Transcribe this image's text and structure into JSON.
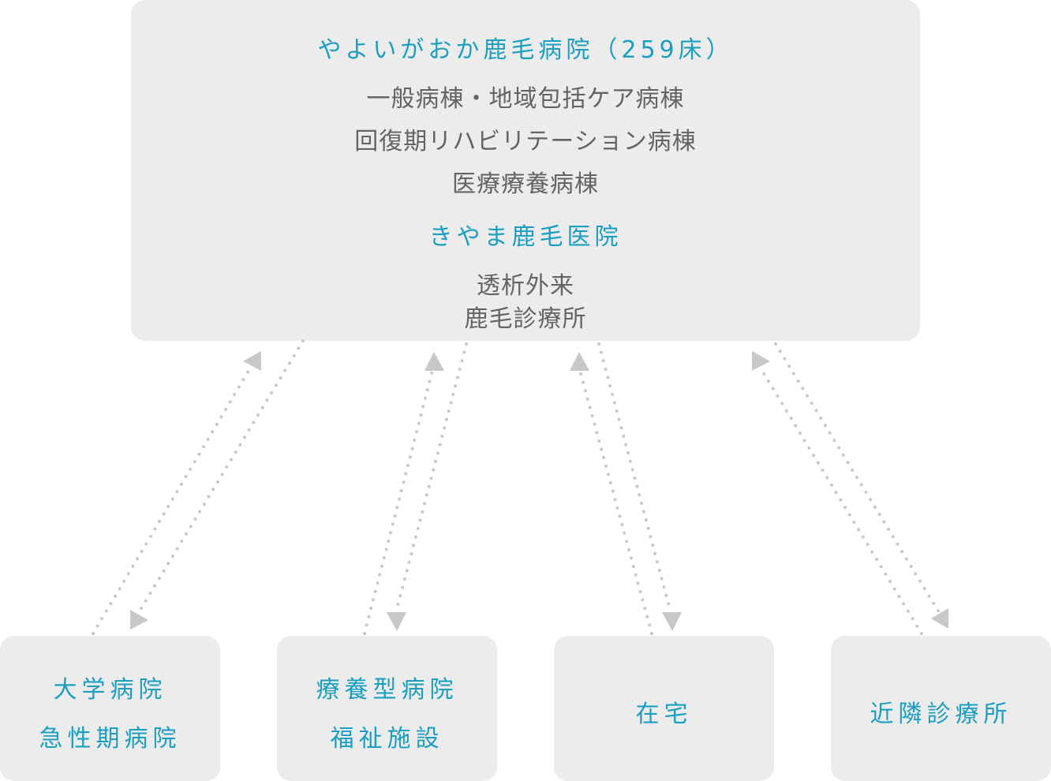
{
  "main": {
    "hospital1_name": "やよいがおか鹿毛病院（259床）",
    "hospital1_wards": [
      "一般病棟・地域包括ケア病棟",
      "回復期リハビリテーション病棟",
      "医療療養病棟"
    ],
    "hospital2_name": "きやま鹿毛医院",
    "hospital2_services": [
      "透析外来",
      "鹿毛診療所"
    ]
  },
  "partners": [
    {
      "lines": [
        "大学病院",
        "急性期病院"
      ]
    },
    {
      "lines": [
        "療養型病院",
        "福祉施設"
      ]
    },
    {
      "lines": [
        "在宅"
      ]
    },
    {
      "lines": [
        "近隣診療所"
      ]
    }
  ],
  "colors": {
    "accent": "#1b9fc1",
    "text_gray": "#646464",
    "box_bg": "#ececec",
    "arrow": "#c8c8c8"
  }
}
